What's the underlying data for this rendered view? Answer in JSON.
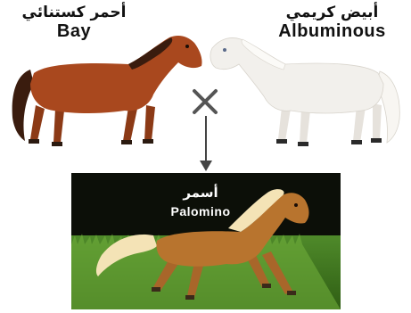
{
  "parents": [
    {
      "name_ar": "أحمر كستنائي",
      "name_en": "Bay",
      "coat_color": "#a9481e",
      "mane_color": "#3a1c0e"
    },
    {
      "name_ar": "أبيض كريمي",
      "name_en": "Albuminous",
      "coat_color": "#f2f0ec",
      "mane_color": "#f8f6f2"
    }
  ],
  "cross_symbol": "×",
  "cross_icon": "multiply-icon",
  "arrow_icon": "arrow-down-icon",
  "offspring": {
    "name_ar": "أسمر",
    "name_en": "Palomino",
    "coat_color": "#b8742e",
    "mane_color": "#f4e3b6"
  }
}
